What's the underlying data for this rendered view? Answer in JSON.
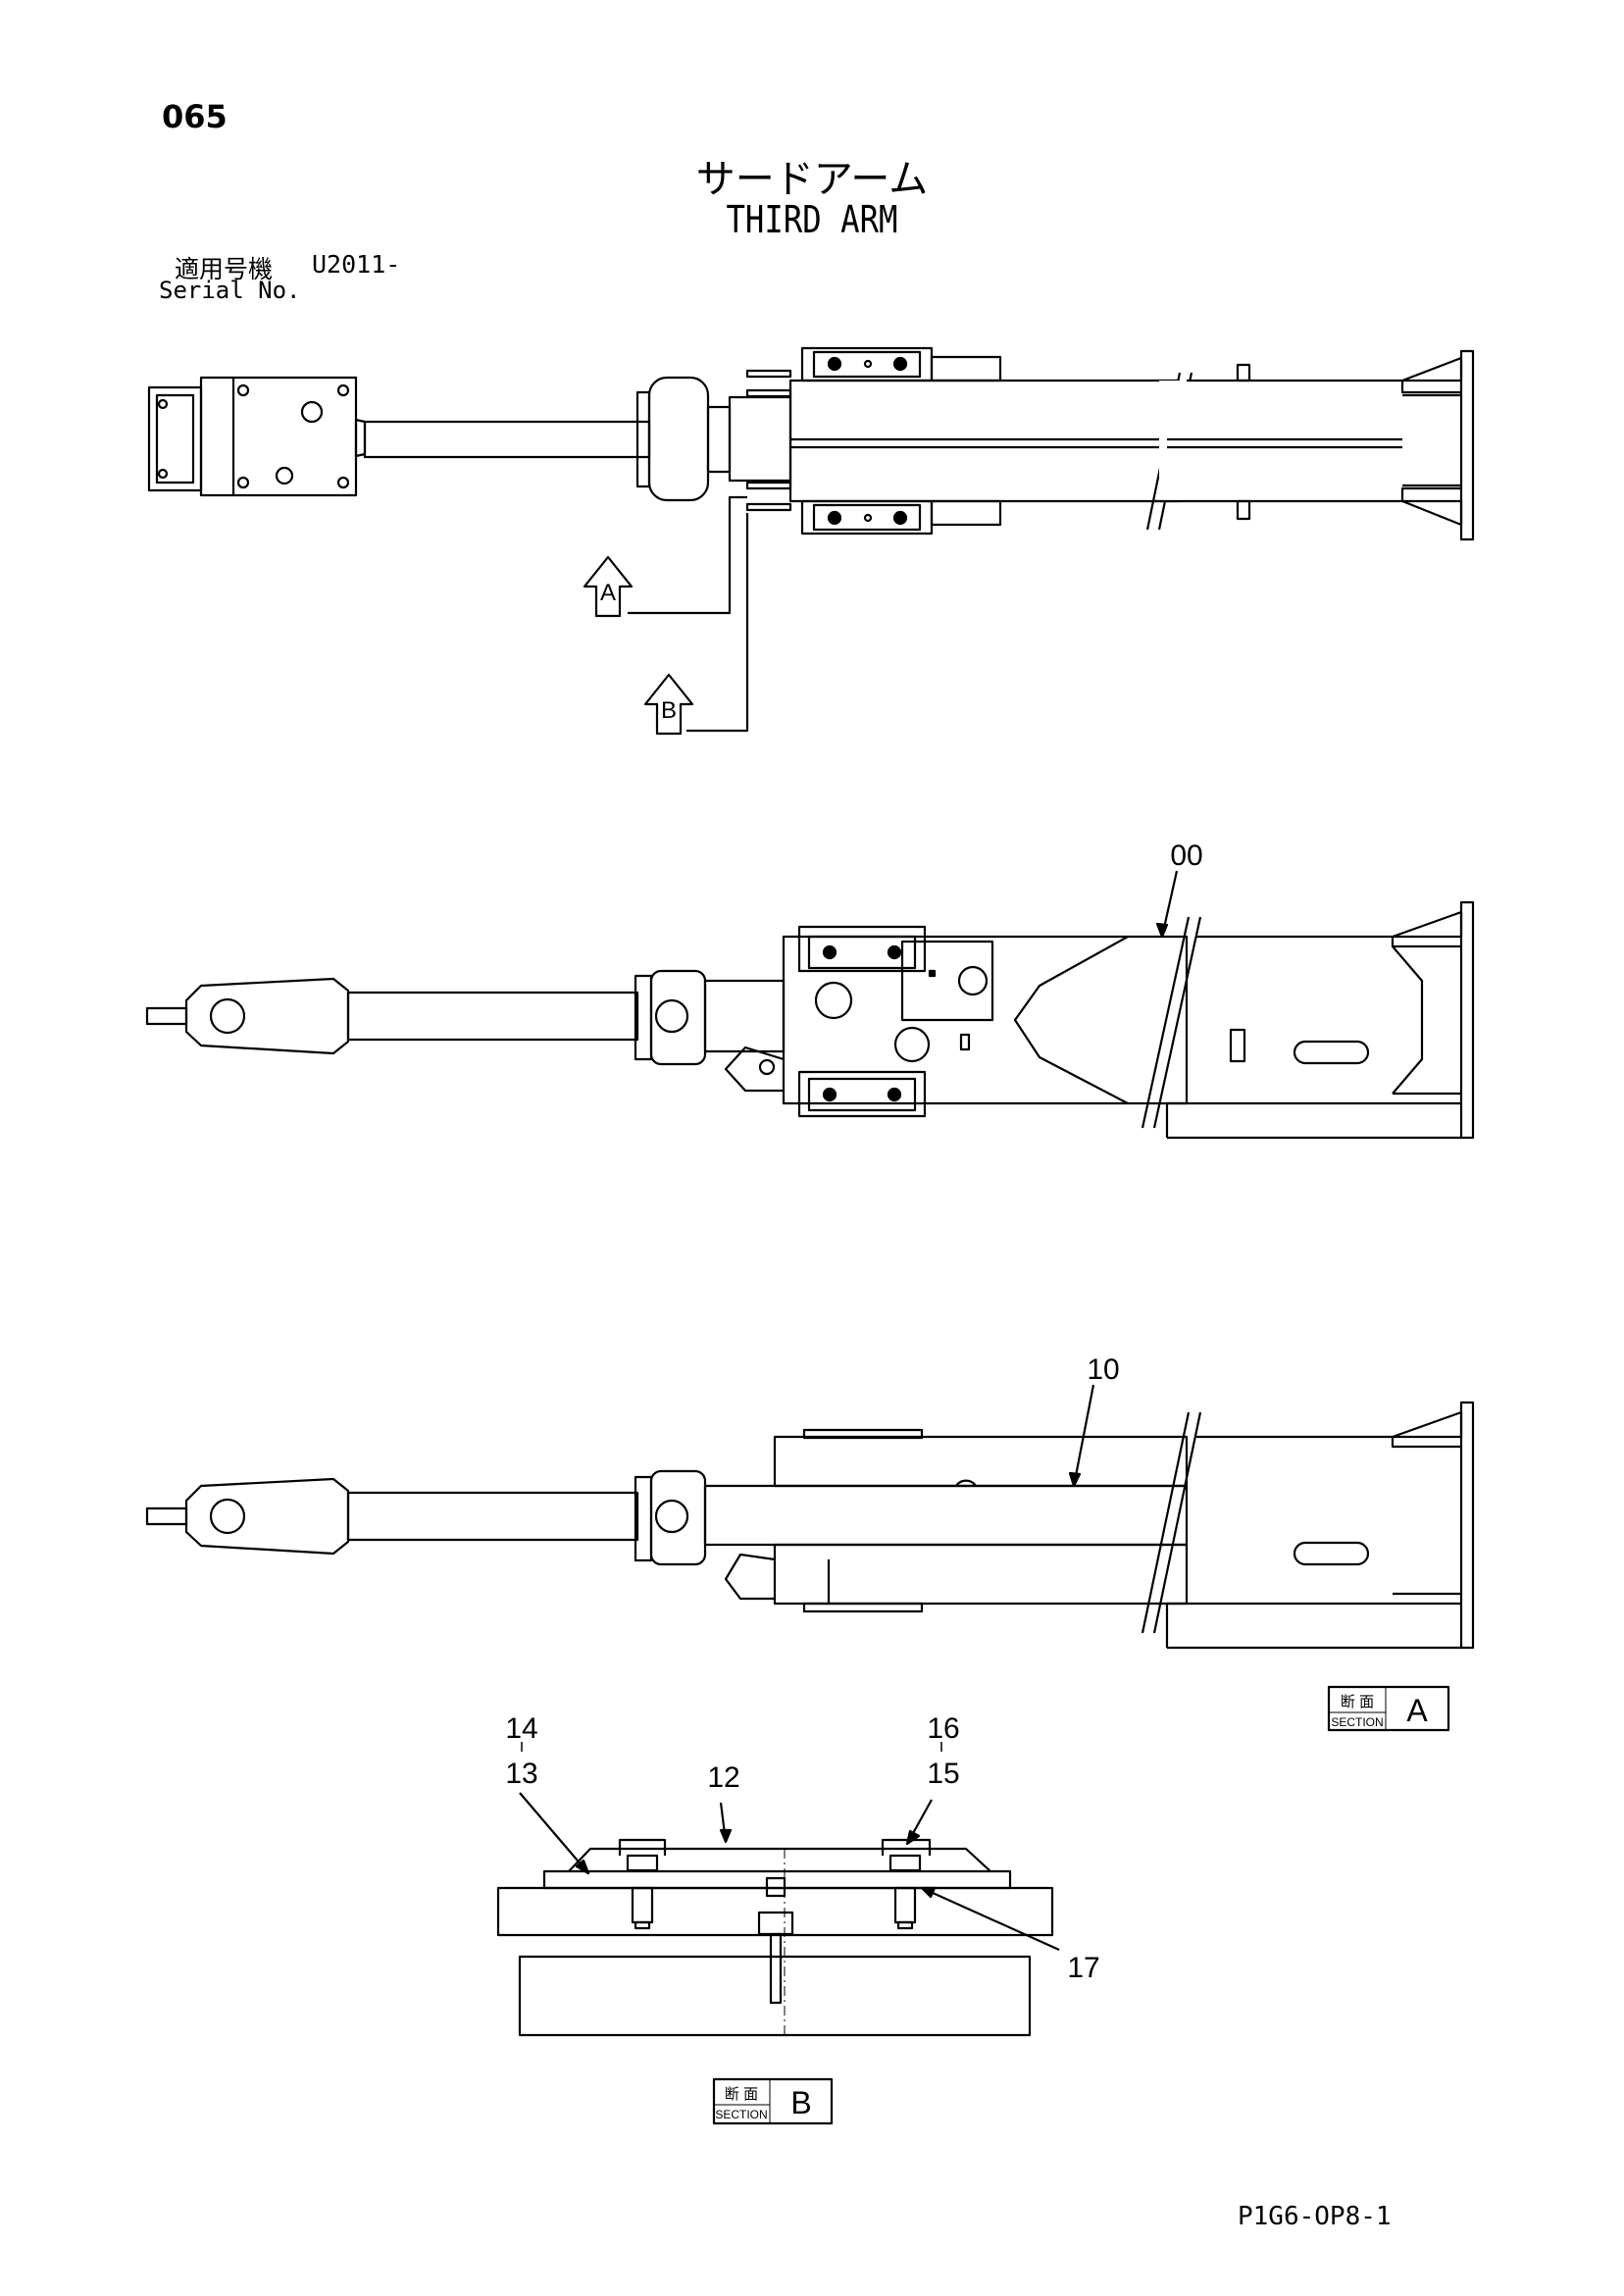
{
  "page_number": "065",
  "title_jp": "サードアーム",
  "title_en": "THIRD ARM",
  "serial": {
    "label_jp": "適用号機",
    "label_en": "Serial No.",
    "value": "U2011-"
  },
  "callouts": {
    "c00": "00",
    "c10": "10",
    "c12": "12",
    "c13": "13",
    "c14": "14",
    "c15": "15",
    "c16": "16",
    "c17": "17"
  },
  "markers": {
    "a": "A",
    "b": "B"
  },
  "section_boxes": {
    "a": {
      "jp": "断 面",
      "en": "SECTION",
      "letter": "A"
    },
    "b": {
      "jp": "断 面",
      "en": "SECTION",
      "letter": "B"
    }
  },
  "document_code": "P1G6-OP8-1"
}
